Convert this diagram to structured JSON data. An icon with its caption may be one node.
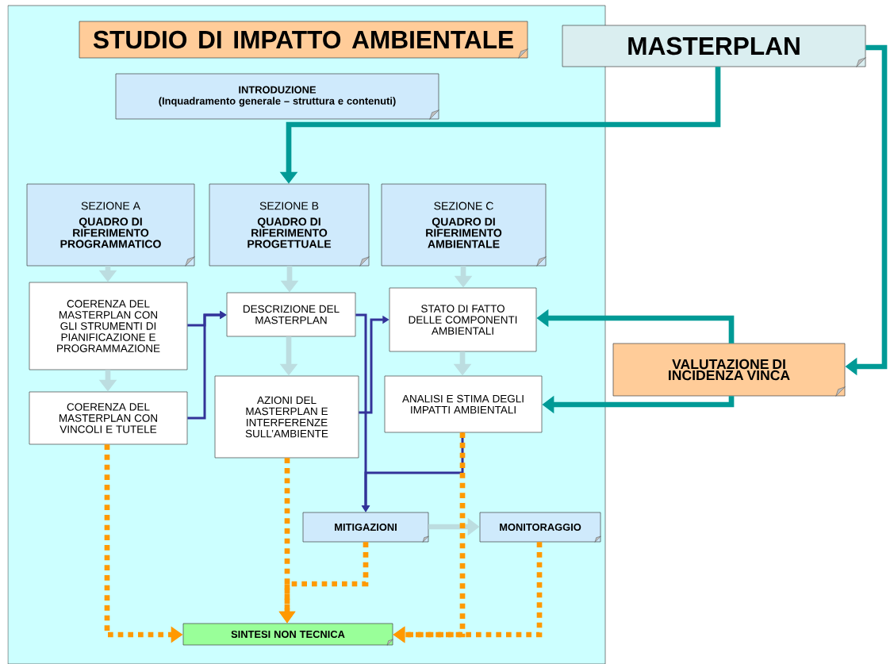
{
  "diagram": {
    "nodes": [
      {
        "text": [
          "STUDIO DI IMPATTO AMBIENTALE"
        ]
      },
      {
        "text": [
          "MASTERPLAN"
        ]
      },
      {
        "text": [
          "INTRODUZIONE",
          "(Inquadramento generale – struttura e contenuti)"
        ]
      },
      {
        "text": [
          "SEZIONE A",
          "QUADRO DI RIFERIMENTO PROGRAMMATICO"
        ]
      },
      {
        "text": [
          "SEZIONE B",
          "QUADRO DI RIFERIMENTO PROGETTUALE"
        ]
      },
      {
        "text": [
          "SEZIONE C",
          "QUADRO DI RIFERIMENTO AMBIENTALE"
        ]
      },
      {
        "text": [
          "COERENZA DEL MASTERPLAN CON GLI STRUMENTI DI PIANIFICAZIONE E PROGRAMMAZIONE"
        ]
      },
      {
        "text": [
          "DESCRIZIONE DEL MASTERPLAN"
        ]
      },
      {
        "text": [
          "STATO DI FATTO DELLE COMPONENTI AMBIENTALI"
        ]
      },
      {
        "text": [
          "VALUTAZIONE DI INCIDENZA VINCA"
        ]
      },
      {
        "text": [
          "COERENZA DEL MASTERPLAN CON VINCOLI E TUTELE"
        ]
      },
      {
        "text": [
          "AZIONI DEL MASTERPLAN E INTERFERENZE SULL’AMBIENTE"
        ]
      },
      {
        "text": [
          "ANALISI E STIMA DEGLI IMPATTI AMBIENTALI"
        ]
      },
      {
        "text": [
          "MITIGAZIONI"
        ]
      },
      {
        "text": [
          "MONITORAGGIO"
        ]
      },
      {
        "text": [
          "SINTESI NON TECNICA"
        ]
      }
    ],
    "edges": [
      {
        "from": 1,
        "to": 4,
        "arrow": "to",
        "color": "#009a96"
      },
      {
        "from": 1,
        "to": 9,
        "arrow": "to",
        "color": "#009a96"
      },
      {
        "from": 9,
        "to": 8,
        "arrow": "to",
        "color": "#009a96"
      },
      {
        "from": 9,
        "to": 12,
        "arrow": "to",
        "color": "#009a96"
      },
      {
        "from": 3,
        "to": 6,
        "arrow": "to"
      },
      {
        "from": 4,
        "to": 7,
        "arrow": "to"
      },
      {
        "from": 5,
        "to": 8,
        "arrow": "to"
      },
      {
        "from": 6,
        "to": 10,
        "arrow": "to"
      },
      {
        "from": 7,
        "to": 11,
        "arrow": "to"
      },
      {
        "from": 8,
        "to": 12,
        "arrow": "to"
      },
      {
        "from": 13,
        "to": 14,
        "arrow": "to"
      },
      {
        "from": 6,
        "to": 7,
        "arrow": "to",
        "color": "#333399"
      },
      {
        "from": 10,
        "to": 7,
        "arrow": "to",
        "color": "#333399"
      },
      {
        "from": 7,
        "to": 13,
        "arrow": "to",
        "color": "#333399"
      },
      {
        "from": 11,
        "to": 8,
        "arrow": "to",
        "color": "#333399"
      },
      {
        "from": 12,
        "to": 13,
        "arrow": "to",
        "color": "#333399"
      },
      {
        "from": 10,
        "to": 15,
        "arrow": "to",
        "style": "dashed",
        "color": "#ff9900"
      },
      {
        "from": 11,
        "to": 15,
        "arrow": "to",
        "style": "dashed",
        "color": "#ff9900"
      },
      {
        "from": 13,
        "to": 15,
        "arrow": "to",
        "style": "dashed",
        "color": "#ff9900"
      },
      {
        "from": 12,
        "to": 15,
        "arrow": "to",
        "style": "dashed",
        "color": "#ff9900"
      },
      {
        "from": 14,
        "to": 15,
        "arrow": "to",
        "style": "dashed",
        "color": "#ff9900"
      }
    ]
  }
}
